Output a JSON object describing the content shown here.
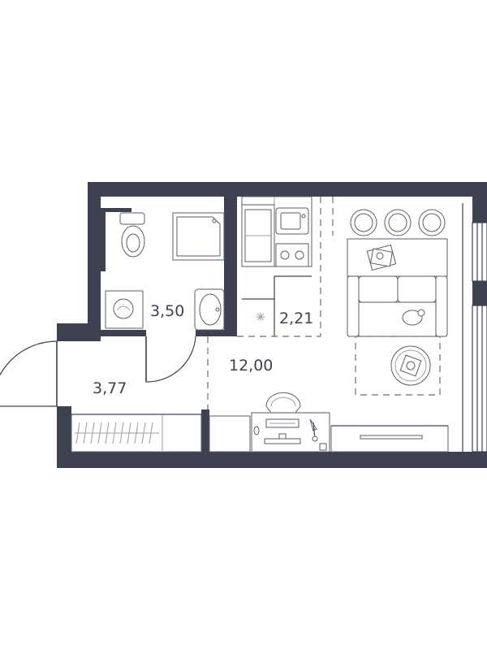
{
  "rooms": {
    "bathroom": {
      "area": "3,50"
    },
    "kitchen": {
      "area": "2,21"
    },
    "living": {
      "area": "12,00"
    },
    "hallway": {
      "area": "3,77"
    }
  },
  "colors": {
    "wall": "#3d4150",
    "furniture": "#5a5d68",
    "background": "#ffffff"
  }
}
